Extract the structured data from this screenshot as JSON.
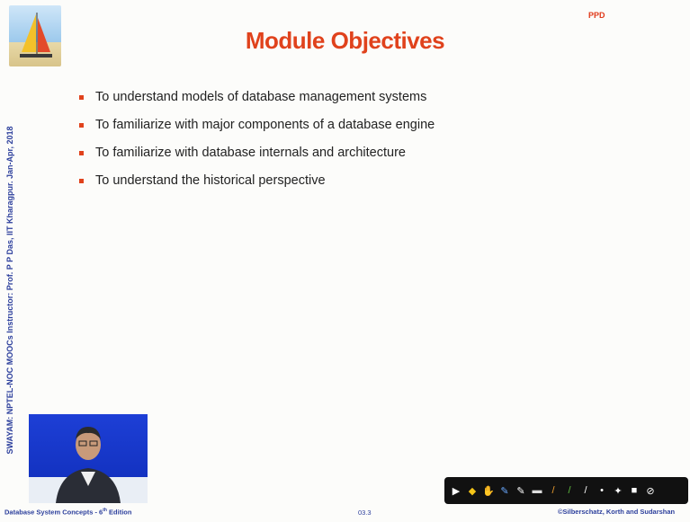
{
  "header": {
    "ppd_label": "PPD",
    "title": "Module Objectives"
  },
  "sidebar": {
    "vertical_text": "SWAYAM: NPTEL-NOC MOOCs Instructor: Prof. P P Das, IIT Kharagpur. Jan-Apr, 2018"
  },
  "objectives": [
    "To understand models of database management systems",
    "To familiarize with major components of a database engine",
    "To familiarize with database internals and architecture",
    "To understand the historical perspective"
  ],
  "footer": {
    "left_base": "Database System Concepts - 6",
    "left_sup": "th",
    "left_tail": " Edition",
    "page_number": "03.3",
    "right": "©Silberschatz, Korth and Sudarshan"
  },
  "toolbar": {
    "tools": [
      {
        "icon": "pointer-arrow-icon",
        "color": "#ffffff"
      },
      {
        "icon": "pointer-yellow-icon",
        "color": "#f5c518"
      },
      {
        "icon": "hand-icon",
        "color": "#cccccc"
      },
      {
        "icon": "pen-blue-icon",
        "color": "#6aa9ff"
      },
      {
        "icon": "pen-icon",
        "color": "#ffffff"
      },
      {
        "icon": "highlighter-icon",
        "color": "#dddddd"
      },
      {
        "icon": "marker-orange-icon",
        "color": "#f0a030"
      },
      {
        "icon": "marker-green-icon",
        "color": "#60c040"
      },
      {
        "icon": "marker-white-icon",
        "color": "#ffffff"
      },
      {
        "icon": "dot-icon",
        "color": "#ffffff"
      },
      {
        "icon": "laser-icon",
        "color": "#ffffff"
      },
      {
        "icon": "eraser-icon",
        "color": "#ffffff"
      },
      {
        "icon": "clear-icon",
        "color": "#ffffff"
      }
    ]
  }
}
